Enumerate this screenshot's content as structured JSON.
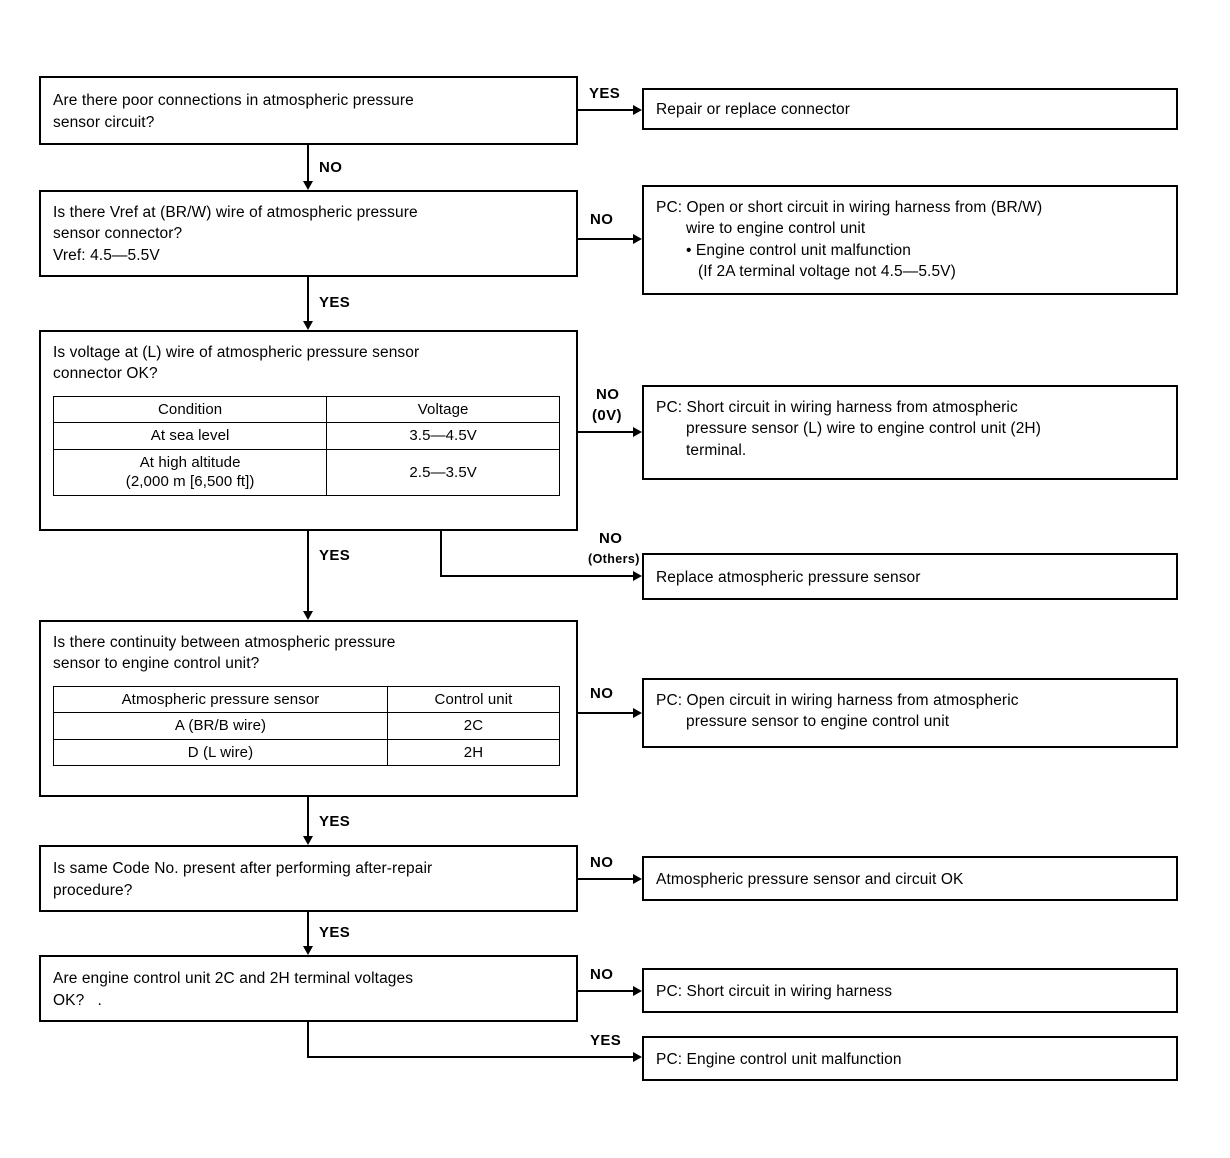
{
  "diagram": {
    "title": "Atmospheric pressure sensor circuit diagnostic flowchart",
    "type": "troubleshooting-flowchart",
    "line_color": "#000000",
    "background_color": "#ffffff"
  },
  "questions": {
    "q1": {
      "l1": "Are there poor connections in atmospheric pressure",
      "l2": "sensor circuit?"
    },
    "q2": {
      "l1": "Is there Vref at (BR/W) wire of atmospheric pressure",
      "l2": "sensor connector?",
      "l3": "Vref: 4.5—5.5V"
    },
    "q3": {
      "l1": "Is voltage at (L) wire of atmospheric pressure sensor",
      "l2": "connector OK?",
      "table": {
        "headers": [
          "Condition",
          "Voltage"
        ],
        "rows": [
          [
            "At sea level",
            "3.5—4.5V"
          ],
          [
            "At high altitude\n(2,000 m [6,500 ft])",
            "2.5—3.5V"
          ]
        ]
      }
    },
    "q4": {
      "l1": "Is there continuity between atmospheric pressure",
      "l2": "sensor to engine control unit?",
      "table": {
        "headers": [
          "Atmospheric pressure sensor",
          "Control unit"
        ],
        "rows": [
          [
            "A (BR/B wire)",
            "2C"
          ],
          [
            "D (L wire)",
            "2H"
          ]
        ]
      }
    },
    "q5": {
      "l1": "Is same Code No. present after performing after-repair",
      "l2": "procedure?"
    },
    "q6": {
      "l1": "Are engine control unit 2C and 2H terminal voltages",
      "l2": "OK?   ."
    }
  },
  "results": {
    "r1": {
      "l1": "Repair or replace connector"
    },
    "r2": {
      "l1": "PC: Open or short circuit in wiring harness from (BR/W)",
      "l2": "wire to engine control unit",
      "l3": "• Engine control unit malfunction",
      "l4": "(If 2A terminal voltage not 4.5—5.5V)"
    },
    "r3": {
      "l1": "PC: Short circuit in wiring harness from atmospheric",
      "l2": "pressure sensor (L) wire to engine control unit (2H)",
      "l3": "terminal."
    },
    "r4": {
      "l1": "Replace atmospheric pressure sensor"
    },
    "r5": {
      "l1": "PC: Open circuit in wiring harness from atmospheric",
      "l2": "pressure sensor to engine control unit"
    },
    "r6": {
      "l1": "Atmospheric pressure sensor and circuit OK"
    },
    "r7": {
      "l1": "PC: Short circuit in wiring harness"
    },
    "r8": {
      "l1": "PC: Engine control unit malfunction"
    }
  },
  "edge_labels": {
    "e1_yes": "YES",
    "e1_no": "NO",
    "e2_no": "NO",
    "e2_yes": "YES",
    "e3_no": "NO",
    "e3_no_sub": "(0V)",
    "e3_no_others": "NO",
    "e3_no_others_sub": "(Others)",
    "e3_yes": "YES",
    "e4_no": "NO",
    "e4_yes": "YES",
    "e5_no": "NO",
    "e5_yes": "YES",
    "e6_no": "NO",
    "e6_yes": "YES"
  }
}
